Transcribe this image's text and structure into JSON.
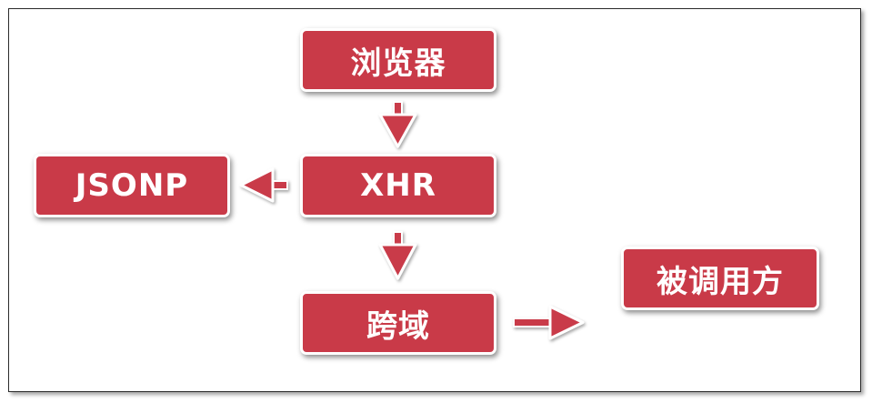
{
  "diagram": {
    "nodes": {
      "browser": "浏览器",
      "xhr": "XHR",
      "jsonp": "JSONP",
      "cross_domain": "跨域",
      "callee": "被调用方"
    },
    "edges": [
      {
        "from": "browser",
        "to": "xhr"
      },
      {
        "from": "xhr",
        "to": "jsonp"
      },
      {
        "from": "xhr",
        "to": "cross_domain"
      },
      {
        "from": "cross_domain",
        "to": "callee"
      }
    ],
    "colors": {
      "node_fill": "#c93a48",
      "node_text": "#ffffff",
      "arrow": "#c93a48"
    }
  }
}
